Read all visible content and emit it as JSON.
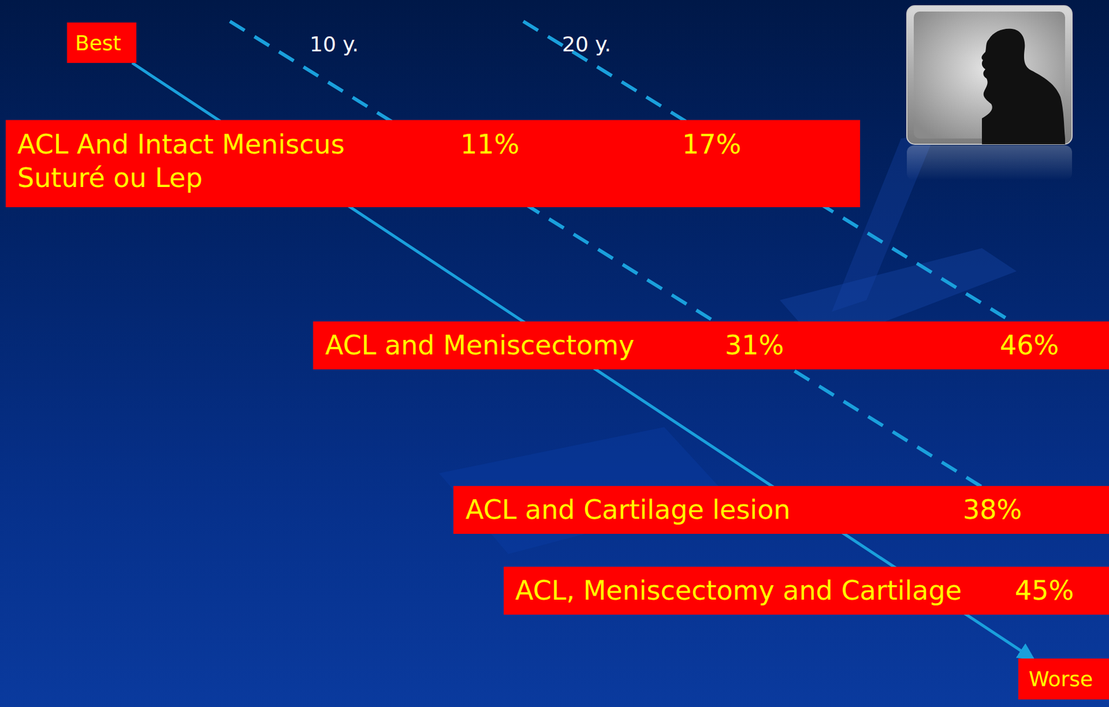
{
  "diagram": {
    "nodes": [
      {
        "text": [
          "Best"
        ]
      },
      {
        "text": [
          "ACL And Intact Meniscus Suturé ou Lep",
          "11%",
          "17%"
        ]
      },
      {
        "text": [
          "ACL and Meniscectomy",
          "31%",
          "46%"
        ]
      },
      {
        "text": [
          "ACL and Cartilage lesion",
          "38%"
        ]
      },
      {
        "text": [
          "ACL, Meniscectomy and Cartilage",
          "45%"
        ]
      },
      {
        "text": [
          "Worse"
        ]
      }
    ],
    "edges": [
      {
        "from": 0,
        "to": 5,
        "arrow": "to"
      }
    ],
    "labels": [
      "10 y.",
      "20 y."
    ]
  }
}
